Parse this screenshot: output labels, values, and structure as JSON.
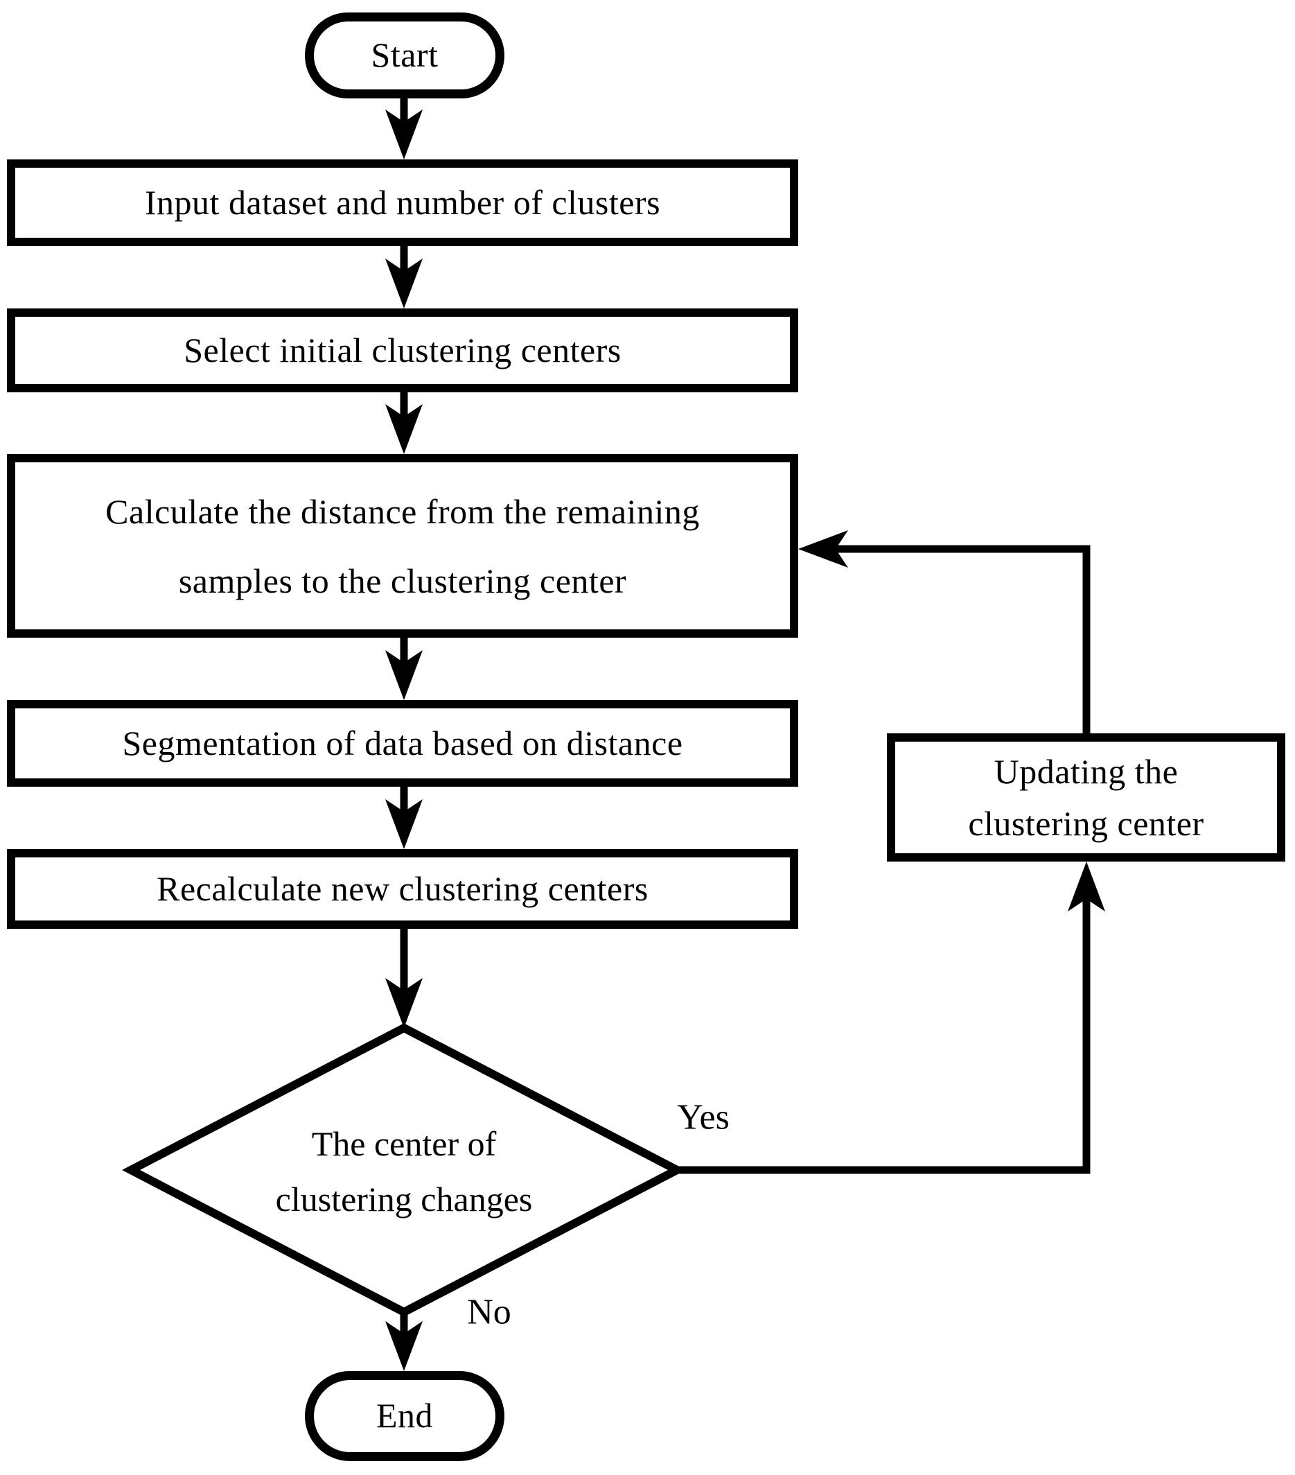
{
  "diagram": {
    "type": "flowchart",
    "colors": {
      "stroke": "#000000",
      "background": "#ffffff",
      "text": "#000000"
    },
    "nodes": {
      "start": {
        "shape": "terminator",
        "label": "Start"
      },
      "input": {
        "shape": "process",
        "label": "Input dataset and number of clusters"
      },
      "select": {
        "shape": "process",
        "label": "Select initial clustering centers"
      },
      "calculate": {
        "shape": "process",
        "label": "Calculate the distance from the remaining samples to the clustering center"
      },
      "segmentation": {
        "shape": "process",
        "label": "Segmentation of data based on distance"
      },
      "recalculate": {
        "shape": "process",
        "label": "Recalculate new clustering centers"
      },
      "decision": {
        "shape": "decision",
        "label": "The center of clustering changes"
      },
      "updating": {
        "shape": "process",
        "label": "Updating the clustering center"
      },
      "end": {
        "shape": "terminator",
        "label": "End"
      }
    },
    "edges": {
      "yes_label": "Yes",
      "no_label": "No"
    }
  }
}
